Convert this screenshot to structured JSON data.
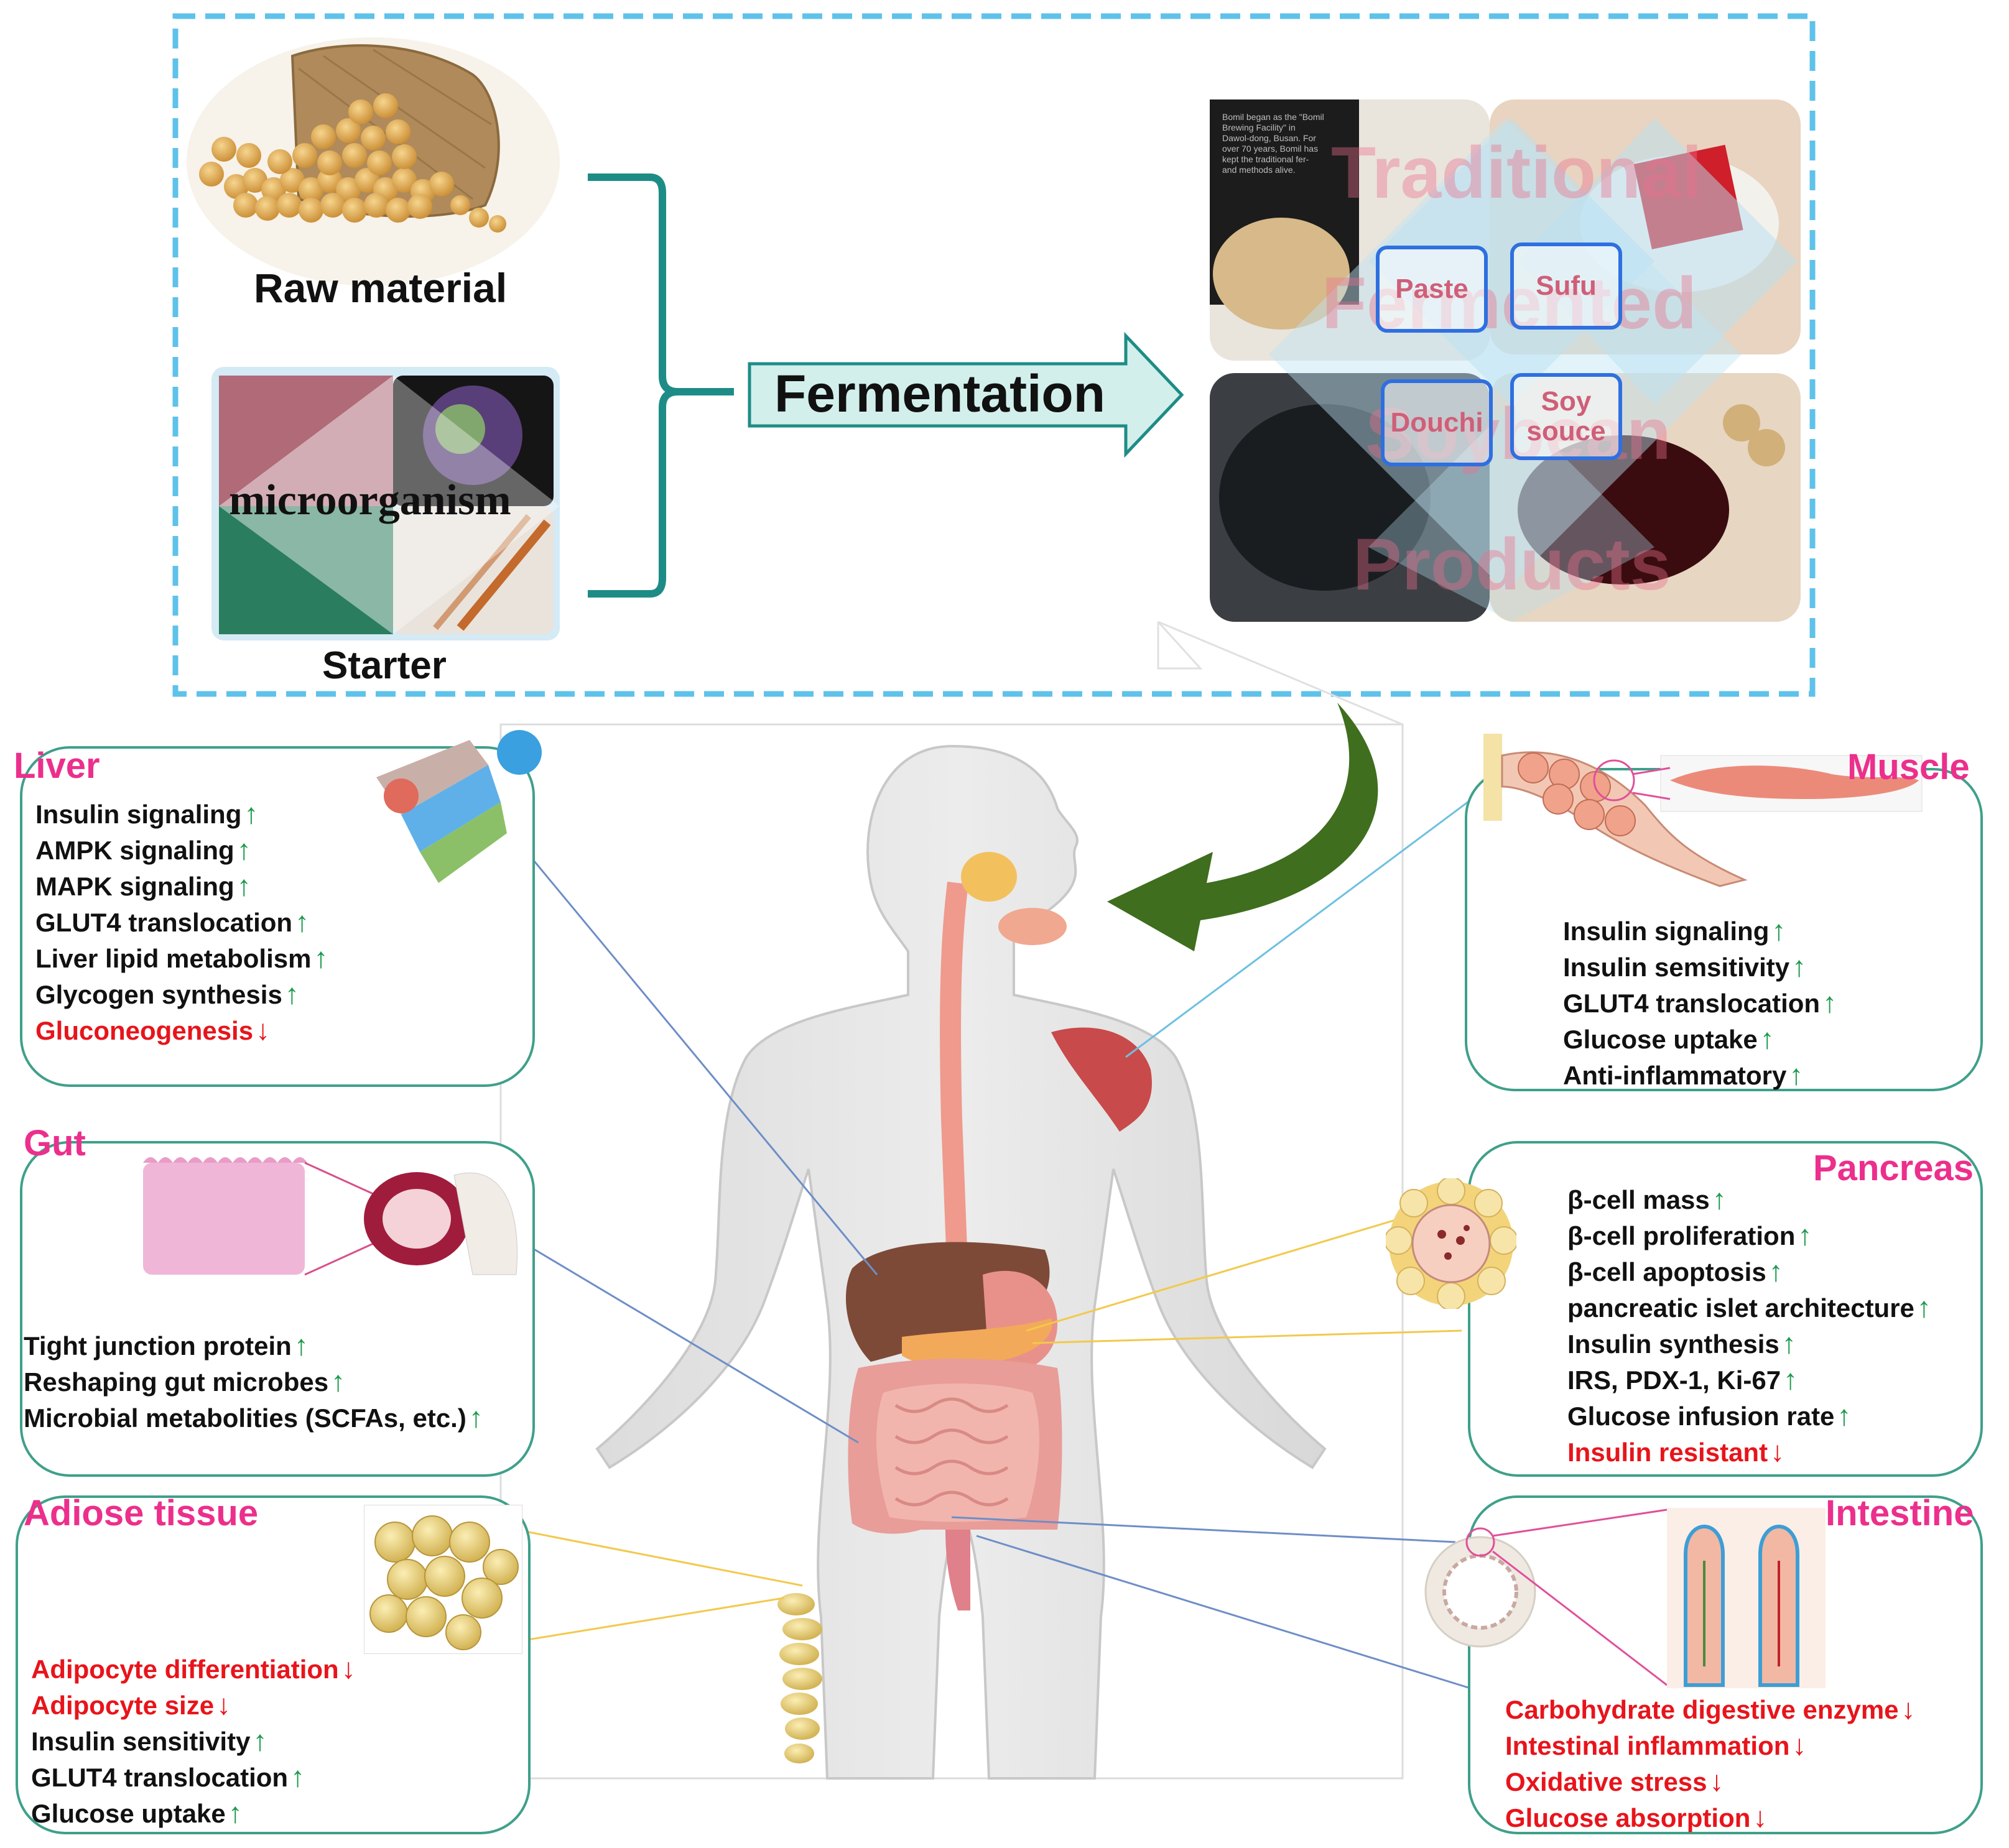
{
  "top": {
    "raw_material_label": "Raw material",
    "starter_label": "Starter",
    "microorganism_label": "microorganism",
    "fermentation_label": "Fermentation",
    "products_watermark": [
      "Traditional",
      "Fermented",
      "Soybean",
      "Products"
    ],
    "products": {
      "paste": "Paste",
      "sufu": "Sufu",
      "douchi": "Douchi",
      "soy_sauce": "Soy\nsouce"
    },
    "photo_caption_lines": [
      "Bomil began as the \"Bomil",
      "Brewing Facility\" in",
      "Dawol-dong, Busan. For",
      "over 70 years, Bomil has",
      "kept the traditional fer-",
      "and methods alive."
    ]
  },
  "panels": {
    "liver": {
      "title": "Liver",
      "effects": [
        {
          "text": "Insulin signaling",
          "dir": "up"
        },
        {
          "text": "AMPK signaling",
          "dir": "up"
        },
        {
          "text": "MAPK signaling",
          "dir": "up"
        },
        {
          "text": "GLUT4 translocation",
          "dir": "up"
        },
        {
          "text": "Liver lipid metabolism",
          "dir": "up"
        },
        {
          "text": "Glycogen synthesis",
          "dir": "up"
        },
        {
          "text": "Gluconeogenesis",
          "dir": "down"
        }
      ]
    },
    "gut": {
      "title": "Gut",
      "effects": [
        {
          "text": "Tight junction protein",
          "dir": "up"
        },
        {
          "text": "Reshaping gut microbes",
          "dir": "up"
        },
        {
          "text": "Microbial metabolities (SCFAs, etc.)",
          "dir": "up"
        }
      ]
    },
    "adipose": {
      "title": "Adiose tissue",
      "effects": [
        {
          "text": "Adipocyte differentiation",
          "dir": "down"
        },
        {
          "text": "Adipocyte size",
          "dir": "down"
        },
        {
          "text": "Insulin sensitivity",
          "dir": "up"
        },
        {
          "text": "GLUT4 translocation",
          "dir": "up"
        },
        {
          "text": "Glucose uptake",
          "dir": "up"
        }
      ]
    },
    "muscle": {
      "title": "Muscle",
      "effects": [
        {
          "text": "Insulin signaling",
          "dir": "up"
        },
        {
          "text": "Insulin semsitivity",
          "dir": "up"
        },
        {
          "text": "GLUT4 translocation",
          "dir": "up"
        },
        {
          "text": "Glucose uptake",
          "dir": "up"
        },
        {
          "text": "Anti-inflammatory",
          "dir": "up"
        }
      ]
    },
    "pancreas": {
      "title": "Pancreas",
      "effects": [
        {
          "text": "β-cell mass",
          "dir": "up"
        },
        {
          "text": "β-cell proliferation",
          "dir": "up"
        },
        {
          "text": "β-cell apoptosis",
          "dir": "up"
        },
        {
          "text": "pancreatic islet architecture",
          "dir": "up"
        },
        {
          "text": "Insulin synthesis",
          "dir": "up"
        },
        {
          "text": "IRS, PDX-1, Ki-67",
          "dir": "up"
        },
        {
          "text": "Glucose infusion rate",
          "dir": "up"
        },
        {
          "text": "Insulin resistant",
          "dir": "down"
        }
      ]
    },
    "intestine": {
      "title": "Intestine",
      "effects": [
        {
          "text": "Carbohydrate digestive enzyme",
          "dir": "down"
        },
        {
          "text": "Intestinal inflammation",
          "dir": "down"
        },
        {
          "text": "Oxidative stress",
          "dir": "down"
        },
        {
          "text": "Glucose absorption",
          "dir": "down"
        }
      ]
    }
  },
  "colors": {
    "up_arrow": "#1a9a4a",
    "down_arrow": "#e8141b",
    "panel_title": "#ec2f8c",
    "panel_border": "#3fa08a",
    "top_border": "#5ec2ea",
    "bracket": "#1e8c86",
    "fermentation_arrow_fill": "#d2efec"
  },
  "icons": {
    "up": "↑",
    "down": "↓"
  }
}
